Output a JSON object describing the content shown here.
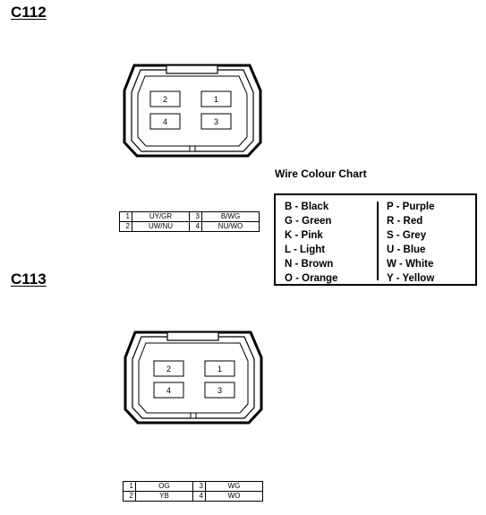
{
  "connectors": [
    {
      "id": "C112",
      "pins": {
        "top_left": "2",
        "top_right": "1",
        "bottom_left": "4",
        "bottom_right": "3"
      },
      "table": [
        {
          "pin_a": "1",
          "code_a": "UY/GR",
          "pin_b": "3",
          "code_b": "B/WG"
        },
        {
          "pin_a": "2",
          "code_a": "UW/NU",
          "pin_b": "4",
          "code_b": "NU/WO"
        }
      ]
    },
    {
      "id": "C113",
      "pins": {
        "top_left": "2",
        "top_right": "1",
        "bottom_left": "4",
        "bottom_right": "3"
      },
      "table": [
        {
          "pin_a": "1",
          "code_a": "OG",
          "pin_b": "3",
          "code_b": "WG"
        },
        {
          "pin_a": "2",
          "code_a": "YB",
          "pin_b": "4",
          "code_b": "WO"
        }
      ]
    }
  ],
  "wire_colour_chart": {
    "title": "Wire Colour Chart",
    "left": [
      "B - Black",
      "G - Green",
      "K - Pink",
      "L - Light",
      "N - Brown",
      "O - Orange"
    ],
    "right": [
      "P - Purple",
      "R - Red",
      "S - Grey",
      "U - Blue",
      "W - White",
      "Y - Yellow"
    ]
  }
}
